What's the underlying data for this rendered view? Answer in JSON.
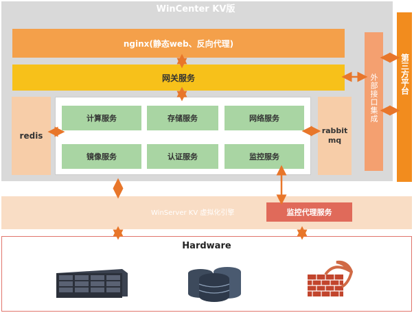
{
  "wincenter": {
    "title": "WinCenter KV版"
  },
  "nginx": {
    "label": "nginx(静态web、反向代理)"
  },
  "gateway": {
    "label": "网关服务"
  },
  "external": {
    "label": "外部接口集成"
  },
  "third_party": {
    "label": "第三方平台"
  },
  "redis": {
    "label": "redis"
  },
  "rabbitmq": {
    "label_line1": "rabbit",
    "label_line2": "mq"
  },
  "services": [
    {
      "label": "计算服务"
    },
    {
      "label": "存储服务"
    },
    {
      "label": "网络服务"
    },
    {
      "label": "镜像服务"
    },
    {
      "label": "认证服务"
    },
    {
      "label": "监控服务"
    }
  ],
  "winserver": {
    "label": "WinServer KV 虚拟化引擎"
  },
  "monitor_proxy": {
    "label": "监控代理服务"
  },
  "hardware": {
    "title": "Hardware",
    "icons": [
      "server-rack-icon",
      "database-icon",
      "firewall-icon"
    ]
  },
  "colors": {
    "orange": "#f28c1e",
    "arrow": "#e8762a",
    "gateway_yellow": "#f7c11a",
    "service_green": "#a9d5a3",
    "proxy_red": "#e06a5a"
  }
}
